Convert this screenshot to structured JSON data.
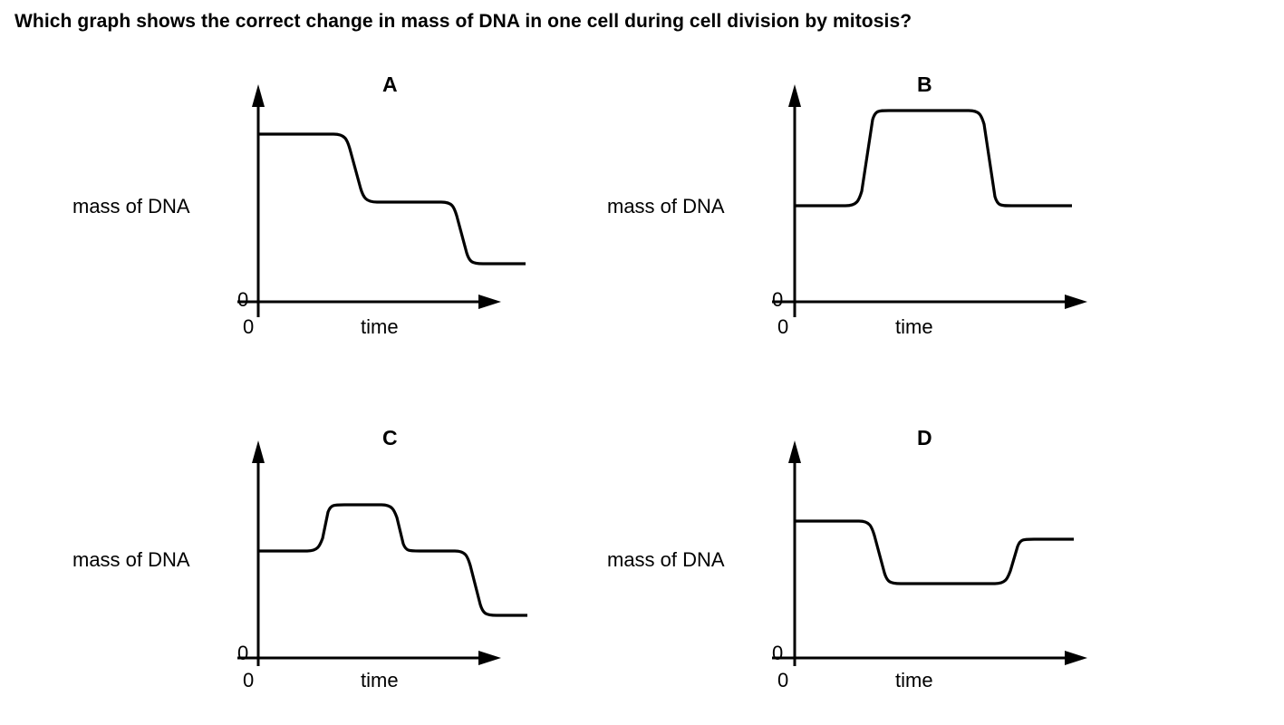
{
  "question": {
    "text": "Which graph shows the correct change in mass of DNA in one cell during cell division by mitosis?"
  },
  "axis_labels": {
    "y": "mass of DNA",
    "x": "time",
    "origin_y": "0",
    "origin_x": "0"
  },
  "panels": [
    {
      "id": "A",
      "letter": "A"
    },
    {
      "id": "B",
      "letter": "B"
    },
    {
      "id": "C",
      "letter": "C"
    },
    {
      "id": "D",
      "letter": "D"
    }
  ],
  "colors": {
    "ink": "#000000",
    "background": "#ffffff"
  },
  "chart_data": [
    {
      "type": "line",
      "title": "A",
      "xlabel": "time",
      "ylabel": "mass of DNA",
      "xlim": [
        0,
        1
      ],
      "ylim": [
        0,
        1
      ],
      "grid": false,
      "legend": "none",
      "description": "Descending staircase: high level, steps down once, then steps down again to a low level.",
      "series": [
        {
          "name": "mass of DNA",
          "x": [
            0.0,
            0.33,
            0.4,
            0.55,
            0.62,
            1.0
          ],
          "y": [
            1.0,
            1.0,
            0.59,
            0.59,
            0.23,
            0.23
          ]
        }
      ]
    },
    {
      "type": "line",
      "title": "B",
      "xlabel": "time",
      "ylabel": "mass of DNA",
      "xlim": [
        0,
        1
      ],
      "ylim": [
        0,
        1
      ],
      "grid": false,
      "legend": "none",
      "description": "Starts at a base level, rises to a raised plateau, then falls back to the original base level.",
      "series": [
        {
          "name": "mass of DNA",
          "x": [
            0.0,
            0.28,
            0.37,
            0.7,
            0.78,
            1.0
          ],
          "y": [
            0.55,
            0.55,
            1.0,
            1.0,
            0.55,
            0.55
          ]
        }
      ]
    },
    {
      "type": "line",
      "title": "C",
      "xlabel": "time",
      "ylabel": "mass of DNA",
      "xlim": [
        0,
        1
      ],
      "ylim": [
        0,
        1
      ],
      "grid": false,
      "legend": "none",
      "description": "Starts at a base level, rises to a plateau, falls back to the base level, then falls further to a low level.",
      "series": [
        {
          "name": "mass of DNA",
          "x": [
            0.0,
            0.25,
            0.33,
            0.53,
            0.61,
            0.75,
            0.82,
            1.0
          ],
          "y": [
            0.55,
            0.55,
            0.83,
            0.83,
            0.55,
            0.55,
            0.15,
            0.15
          ]
        }
      ]
    },
    {
      "type": "line",
      "title": "D",
      "xlabel": "time",
      "ylabel": "mass of DNA",
      "xlim": [
        0,
        1
      ],
      "ylim": [
        0,
        1
      ],
      "grid": false,
      "legend": "none",
      "description": "Starts high, drops to a low plateau, then rises back up to an intermediate level.",
      "series": [
        {
          "name": "mass of DNA",
          "x": [
            0.0,
            0.28,
            0.37,
            0.74,
            0.81,
            1.0
          ],
          "y": [
            0.78,
            0.78,
            0.38,
            0.38,
            0.62,
            0.62
          ]
        }
      ]
    }
  ]
}
